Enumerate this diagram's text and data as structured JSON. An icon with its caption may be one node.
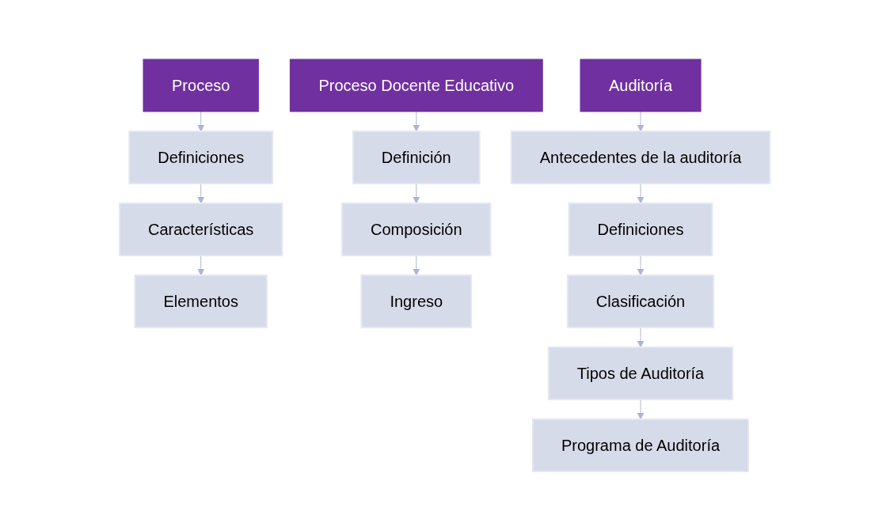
{
  "diagram": {
    "nodes": [
      {
        "text": [
          "Proceso"
        ]
      },
      {
        "text": [
          "Definiciones"
        ]
      },
      {
        "text": [
          "Características"
        ]
      },
      {
        "text": [
          "Elementos"
        ]
      },
      {
        "text": [
          "Proceso Docente Educativo"
        ]
      },
      {
        "text": [
          "Definición"
        ]
      },
      {
        "text": [
          "Composición"
        ]
      },
      {
        "text": [
          "Ingreso"
        ]
      },
      {
        "text": [
          "Auditoría"
        ]
      },
      {
        "text": [
          "Antecedentes de la auditoría"
        ]
      },
      {
        "text": [
          "Definiciones"
        ]
      },
      {
        "text": [
          "Clasificación"
        ]
      },
      {
        "text": [
          "Tipos de Auditoría"
        ]
      },
      {
        "text": [
          "Programa de Auditoría"
        ]
      }
    ],
    "edges": [
      {
        "from": 0,
        "to": 1,
        "arrow": "to"
      },
      {
        "from": 1,
        "to": 2,
        "arrow": "to"
      },
      {
        "from": 2,
        "to": 3,
        "arrow": "to"
      },
      {
        "from": 4,
        "to": 5,
        "arrow": "to"
      },
      {
        "from": 5,
        "to": 6,
        "arrow": "to"
      },
      {
        "from": 6,
        "to": 7,
        "arrow": "to"
      },
      {
        "from": 8,
        "to": 9,
        "arrow": "to"
      },
      {
        "from": 9,
        "to": 10,
        "arrow": "to"
      },
      {
        "from": 10,
        "to": 11,
        "arrow": "to"
      },
      {
        "from": 11,
        "to": 12,
        "arrow": "to"
      },
      {
        "from": 12,
        "to": 13,
        "arrow": "to"
      }
    ]
  }
}
